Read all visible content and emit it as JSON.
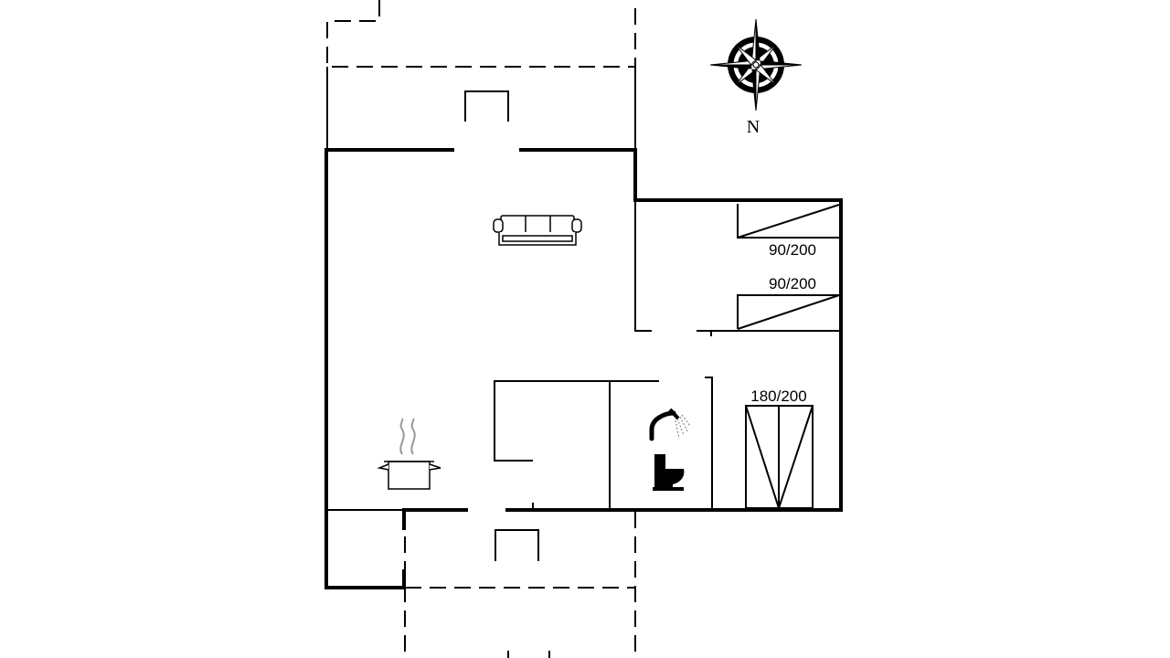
{
  "compass": {
    "label": "N"
  },
  "beds": [
    {
      "id": "bed-1",
      "label": "90/200"
    },
    {
      "id": "bed-2",
      "label": "90/200"
    },
    {
      "id": "bed-3",
      "label": "180/200"
    }
  ],
  "icons": [
    "compass-rose-icon",
    "sofa-icon",
    "cooking-pot-icon",
    "shower-icon",
    "toilet-icon"
  ]
}
